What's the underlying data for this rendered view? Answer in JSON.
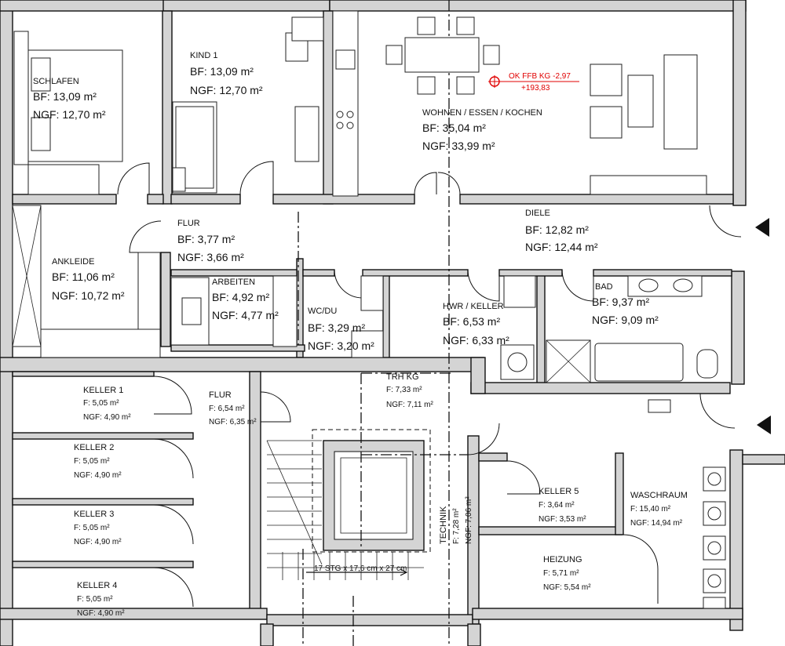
{
  "rooms": {
    "schlafen": {
      "name": "SCHLAFEN",
      "bf": "BF: 13,09 m²",
      "ngf": "NGF: 12,70 m²"
    },
    "kind1": {
      "name": "KIND 1",
      "bf": "BF: 13,09 m²",
      "ngf": "NGF: 12,70 m²"
    },
    "wohnen": {
      "name": "WOHNEN / ESSEN / KOCHEN",
      "bf": "BF: 35,04 m²",
      "ngf": "NGF: 33,99 m²"
    },
    "flur_upper": {
      "name": "FLUR",
      "bf": "BF: 3,77 m²",
      "ngf": "NGF: 3,66 m²"
    },
    "diele": {
      "name": "DIELE",
      "bf": "BF: 12,82 m²",
      "ngf": "NGF: 12,44 m²"
    },
    "ankleide": {
      "name": "ANKLEIDE",
      "bf": "BF: 11,06 m²",
      "ngf": "NGF: 10,72 m²"
    },
    "arbeiten": {
      "name": "ARBEITEN",
      "bf": "BF: 4,92 m²",
      "ngf": "NGF: 4,77 m²"
    },
    "wcdu": {
      "name": "WC/DU",
      "bf": "BF: 3,29 m²",
      "ngf": "NGF: 3,20 m²"
    },
    "hwr": {
      "name": "HWR / KELLER",
      "bf": "BF: 6,53 m²",
      "ngf": "NGF: 6,33 m²"
    },
    "bad": {
      "name": "BAD",
      "bf": "BF: 9,37 m²",
      "ngf": "NGF: 9,09 m²"
    },
    "keller1": {
      "name": "KELLER 1",
      "f": "F: 5,05 m²",
      "ngf": "NGF: 4,90 m²"
    },
    "keller2": {
      "name": "KELLER 2",
      "f": "F: 5,05 m²",
      "ngf": "NGF: 4,90 m²"
    },
    "keller3": {
      "name": "KELLER 3",
      "f": "F: 5,05 m²",
      "ngf": "NGF: 4,90 m²"
    },
    "keller4": {
      "name": "KELLER 4",
      "f": "F: 5,05 m²",
      "ngf": "NGF: 4,90 m²"
    },
    "flur_lower": {
      "name": "FLUR",
      "f": "F: 6,54 m²",
      "ngf": "NGF: 6,35 m²"
    },
    "trh": {
      "name": "TRH KG",
      "f": "F: 7,33 m²",
      "ngf": "NGF: 7,11 m²"
    },
    "technik": {
      "name": "TECHNIK",
      "f": "F: 7,28 m²",
      "ngf": "NGF: 7,06 m²"
    },
    "keller5": {
      "name": "KELLER 5",
      "f": "F: 3,64 m²",
      "ngf": "NGF: 3,53 m²"
    },
    "waschraum": {
      "name": "WASCHRAUM",
      "f": "F: 15,40 m²",
      "ngf": "NGF: 14,94 m²"
    },
    "heizung": {
      "name": "HEIZUNG",
      "f": "F: 5,71 m²",
      "ngf": "NGF: 5,54 m²"
    }
  },
  "level_marker": {
    "label": "OK FFB KG -2,97",
    "value": "+193,83"
  },
  "stair_note": "17 STG x 17,6 cm x 27 cm",
  "colors": {
    "wall_fill": "#d4d4d4",
    "line": "#111111",
    "marker": "#e00000"
  }
}
